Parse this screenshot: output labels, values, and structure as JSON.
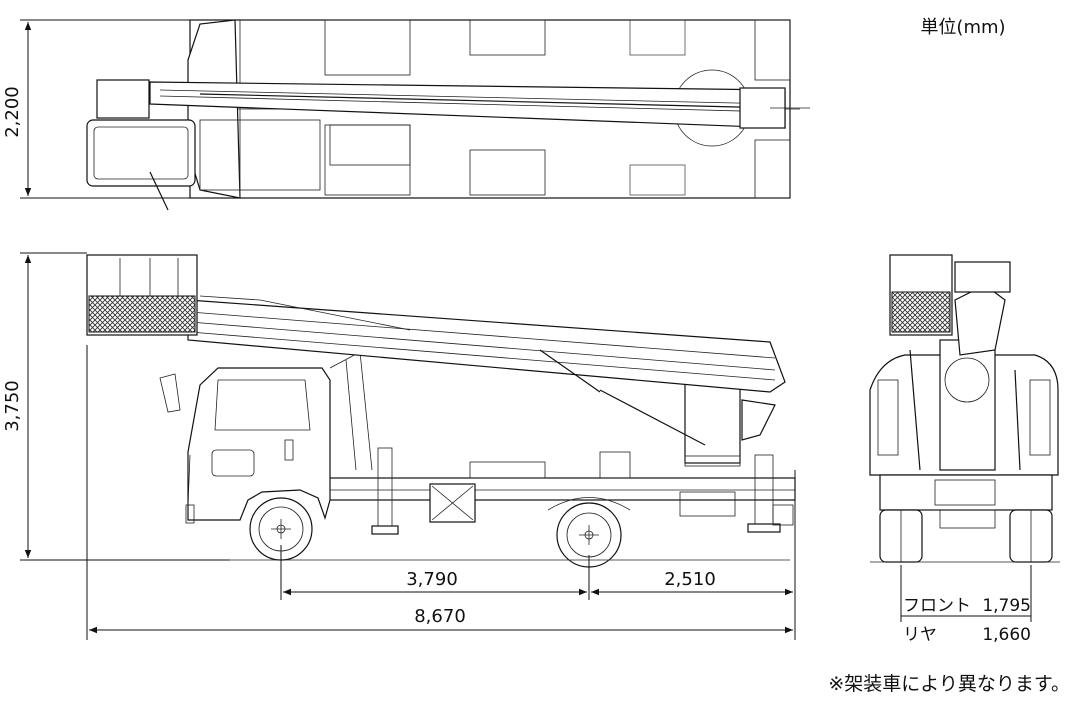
{
  "unit_label": "単位(mm)",
  "dimensions": {
    "width_top": "2,200",
    "height_side": "3,750",
    "wheelbase": "3,790",
    "rear_overhang": "2,510",
    "overall_length": "8,670"
  },
  "tread": {
    "front_label": "フロント",
    "front_value": "1,795",
    "rear_label": "リヤ",
    "rear_value": "1,660"
  },
  "footnote": "※架装車により異なります。"
}
